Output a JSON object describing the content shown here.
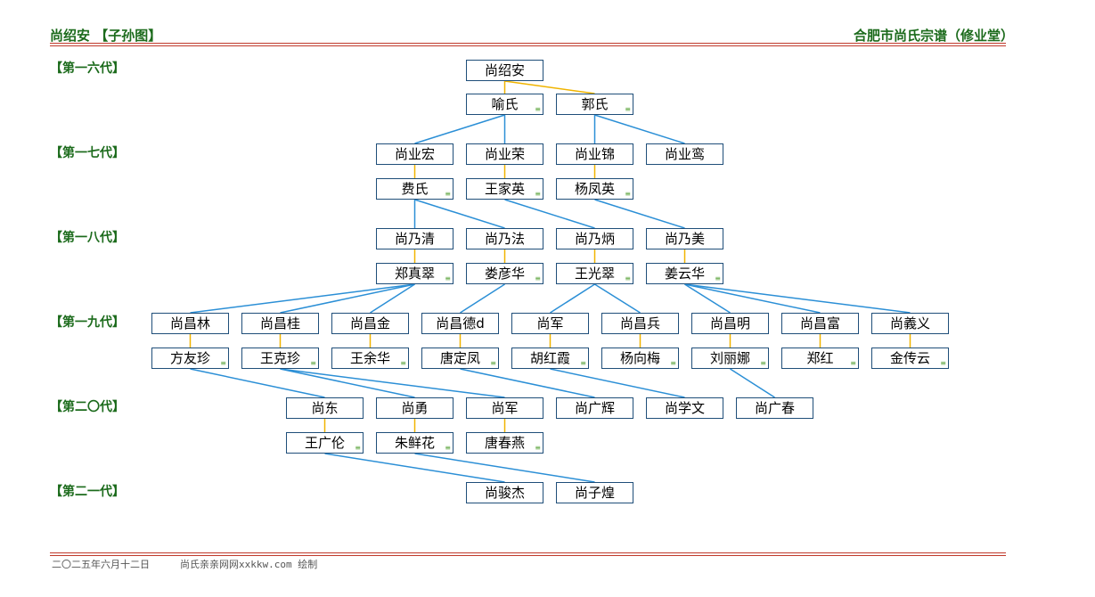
{
  "header": {
    "left_title": "尚绍安 【子孙图】",
    "right_title": "合肥市尚氏宗谱（修业堂）"
  },
  "generations": [
    {
      "id": "g16",
      "label": "【第一六代】"
    },
    {
      "id": "g17",
      "label": "【第一七代】"
    },
    {
      "id": "g18",
      "label": "【第一八代】"
    },
    {
      "id": "g19",
      "label": "【第一九代】"
    },
    {
      "id": "g20",
      "label": "【第二〇代】"
    },
    {
      "id": "g21",
      "label": "【第二一代】"
    }
  ],
  "spouse_marker": "≡",
  "nodes": [
    {
      "id": "n01",
      "name": "尚绍安",
      "spouse": false
    },
    {
      "id": "n02",
      "name": "喻氏",
      "spouse": true
    },
    {
      "id": "n03",
      "name": "郭氏",
      "spouse": true
    },
    {
      "id": "n04",
      "name": "尚业宏",
      "spouse": false
    },
    {
      "id": "n05",
      "name": "尚业荣",
      "spouse": false
    },
    {
      "id": "n06",
      "name": "尚业锦",
      "spouse": false
    },
    {
      "id": "n07",
      "name": "尚业鸾",
      "spouse": false
    },
    {
      "id": "n08",
      "name": "费氏",
      "spouse": true
    },
    {
      "id": "n09",
      "name": "王家英",
      "spouse": true
    },
    {
      "id": "n10",
      "name": "杨凤英",
      "spouse": true
    },
    {
      "id": "n11",
      "name": "尚乃清",
      "spouse": false
    },
    {
      "id": "n12",
      "name": "尚乃法",
      "spouse": false
    },
    {
      "id": "n13",
      "name": "尚乃炳",
      "spouse": false
    },
    {
      "id": "n14",
      "name": "尚乃美",
      "spouse": false
    },
    {
      "id": "n15",
      "name": "郑真翠",
      "spouse": true
    },
    {
      "id": "n16",
      "name": "娄彦华",
      "spouse": true
    },
    {
      "id": "n17",
      "name": "王光翠",
      "spouse": true
    },
    {
      "id": "n18",
      "name": "姜云华",
      "spouse": true
    },
    {
      "id": "n19",
      "name": "尚昌林",
      "spouse": false
    },
    {
      "id": "n20",
      "name": "尚昌桂",
      "spouse": false
    },
    {
      "id": "n21",
      "name": "尚昌金",
      "spouse": false
    },
    {
      "id": "n22",
      "name": "尚昌德d",
      "spouse": false
    },
    {
      "id": "n23",
      "name": "尚军",
      "spouse": false
    },
    {
      "id": "n24",
      "name": "尚昌兵",
      "spouse": false
    },
    {
      "id": "n25",
      "name": "尚昌明",
      "spouse": false
    },
    {
      "id": "n26",
      "name": "尚昌富",
      "spouse": false
    },
    {
      "id": "n27",
      "name": "尚義义",
      "spouse": false
    },
    {
      "id": "n28",
      "name": "方友珍",
      "spouse": true
    },
    {
      "id": "n29",
      "name": "王克珍",
      "spouse": true
    },
    {
      "id": "n30",
      "name": "王余华",
      "spouse": true
    },
    {
      "id": "n31",
      "name": "唐定凤",
      "spouse": true
    },
    {
      "id": "n32",
      "name": "胡红霞",
      "spouse": true
    },
    {
      "id": "n33",
      "name": "杨向梅",
      "spouse": true
    },
    {
      "id": "n34",
      "name": "刘丽娜",
      "spouse": true
    },
    {
      "id": "n35",
      "name": "郑红",
      "spouse": true
    },
    {
      "id": "n36",
      "name": "金传云",
      "spouse": true
    },
    {
      "id": "n37",
      "name": "尚东",
      "spouse": false
    },
    {
      "id": "n38",
      "name": "尚勇",
      "spouse": false
    },
    {
      "id": "n39",
      "name": "尚军",
      "spouse": false
    },
    {
      "id": "n40",
      "name": "尚广辉",
      "spouse": false
    },
    {
      "id": "n41",
      "name": "尚学文",
      "spouse": false
    },
    {
      "id": "n42",
      "name": "尚广春",
      "spouse": false
    },
    {
      "id": "n43",
      "name": "王广伦",
      "spouse": true
    },
    {
      "id": "n44",
      "name": "朱鲜花",
      "spouse": true
    },
    {
      "id": "n45",
      "name": "唐春燕",
      "spouse": true
    },
    {
      "id": "n46",
      "name": "尚骏杰",
      "spouse": false
    },
    {
      "id": "n47",
      "name": "尚子煌",
      "spouse": false
    }
  ],
  "marriages": [
    [
      "n01",
      "n02"
    ],
    [
      "n01",
      "n03"
    ],
    [
      "n04",
      "n08"
    ],
    [
      "n05",
      "n09"
    ],
    [
      "n06",
      "n10"
    ],
    [
      "n11",
      "n15"
    ],
    [
      "n12",
      "n16"
    ],
    [
      "n13",
      "n17"
    ],
    [
      "n14",
      "n18"
    ],
    [
      "n19",
      "n28"
    ],
    [
      "n20",
      "n29"
    ],
    [
      "n21",
      "n30"
    ],
    [
      "n22",
      "n31"
    ],
    [
      "n23",
      "n32"
    ],
    [
      "n24",
      "n33"
    ],
    [
      "n25",
      "n34"
    ],
    [
      "n26",
      "n35"
    ],
    [
      "n27",
      "n36"
    ],
    [
      "n37",
      "n43"
    ],
    [
      "n38",
      "n44"
    ],
    [
      "n39",
      "n45"
    ]
  ],
  "descents": [
    [
      "n02",
      "n04"
    ],
    [
      "n02",
      "n05"
    ],
    [
      "n03",
      "n06"
    ],
    [
      "n03",
      "n07"
    ],
    [
      "n08",
      "n11"
    ],
    [
      "n08",
      "n12"
    ],
    [
      "n09",
      "n13"
    ],
    [
      "n10",
      "n14"
    ],
    [
      "n15",
      "n19"
    ],
    [
      "n15",
      "n20"
    ],
    [
      "n15",
      "n21"
    ],
    [
      "n16",
      "n22"
    ],
    [
      "n17",
      "n23"
    ],
    [
      "n17",
      "n24"
    ],
    [
      "n18",
      "n25"
    ],
    [
      "n18",
      "n26"
    ],
    [
      "n18",
      "n27"
    ],
    [
      "n28",
      "n37"
    ],
    [
      "n29",
      "n38"
    ],
    [
      "n29",
      "n39"
    ],
    [
      "n31",
      "n40"
    ],
    [
      "n32",
      "n41"
    ],
    [
      "n34",
      "n42"
    ],
    [
      "n43",
      "n46"
    ],
    [
      "n44",
      "n47"
    ]
  ],
  "colors": {
    "descent_line": "#2b8fd6",
    "marriage_line": "#f0b400",
    "node_border": "#1f4e79",
    "title_green": "#1c6b1c",
    "rule_red": "#c0392b"
  },
  "footer": {
    "date": "二〇二五年六月十二日",
    "credit": "尚氏亲亲网网xxkkw.com 绘制"
  }
}
